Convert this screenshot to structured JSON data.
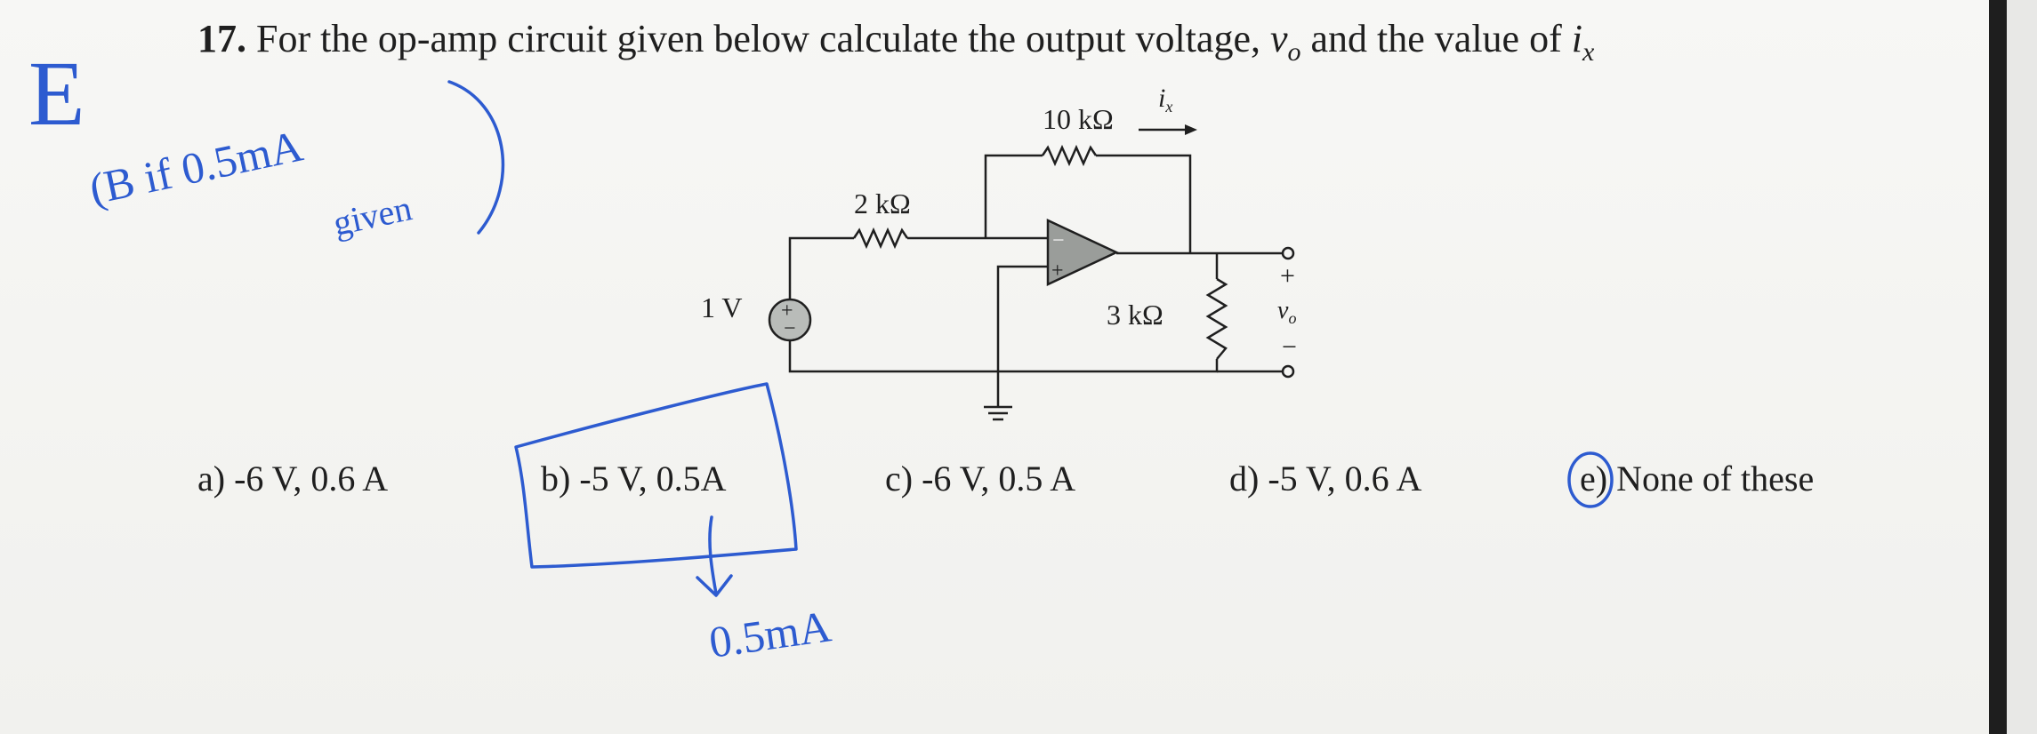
{
  "question": {
    "number": "17.",
    "text": "For the op-amp circuit given below calculate the output voltage,",
    "var_v": "v",
    "var_v_sub": "o",
    "and_text": "and the value of",
    "var_i": "i",
    "var_i_sub": "x"
  },
  "circuit": {
    "feedback_resistor": "10 kΩ",
    "current_label": "i",
    "current_sub": "x",
    "input_resistor": "2 kΩ",
    "source_label": "1 V",
    "load_resistor": "3 kΩ",
    "out_plus": "+",
    "out_minus": "−",
    "out_label": "v",
    "out_sub": "o",
    "opamp_minus": "−",
    "opamp_plus": "+"
  },
  "choices": [
    {
      "label": "a) -6 V, 0.6 A"
    },
    {
      "label": "b) -5 V, 0.5A"
    },
    {
      "label": "c) -6 V, 0.5 A"
    },
    {
      "label": "d) -5 V, 0.6 A"
    },
    {
      "label": "e) None of these"
    }
  ],
  "annotations": {
    "answer_letter": "E",
    "note_line1": "(B if 0.5mA",
    "note_line2": "given",
    "under_b": "0.5mA"
  },
  "colors": {
    "ink": "#1f1f1f",
    "pen": "#2d5bd0",
    "opamp_fill": "#9a9d9a",
    "source_fill": "#b9bcb9"
  }
}
